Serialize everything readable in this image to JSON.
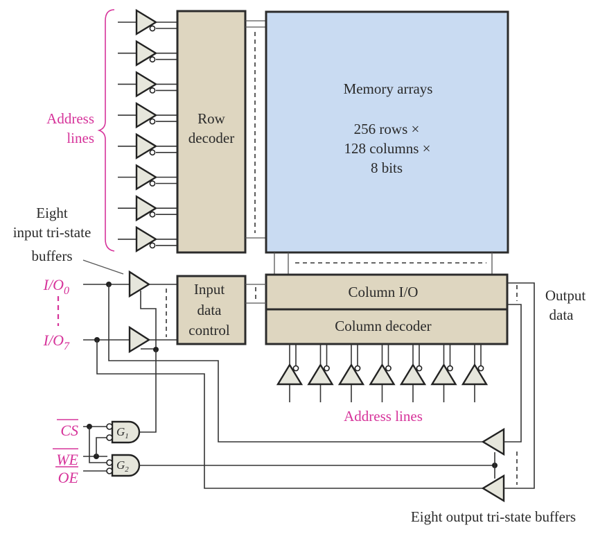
{
  "labels": {
    "address_lines_left": [
      "Address",
      "lines"
    ],
    "row_decoder": [
      "Row",
      "decoder"
    ],
    "memory_title": "Memory arrays",
    "memory_dims": [
      "256 rows ×",
      "128 columns ×",
      "8 bits"
    ],
    "input_buffers_note": [
      "Eight",
      "input tri-state",
      "buffers"
    ],
    "io0": "I/O",
    "io0_sub": "0",
    "io7": "I/O",
    "io7_sub": "7",
    "input_data_control": [
      "Input",
      "data",
      "control"
    ],
    "column_io": "Column I/O",
    "column_decoder": "Column decoder",
    "address_lines_bottom": "Address lines",
    "output_data": [
      "Output",
      "data"
    ],
    "cs": "CS",
    "we": "WE",
    "oe": "OE",
    "g1": "G",
    "g1_sub": "1",
    "g2": "G",
    "g2_sub": "2",
    "output_buffers_note": "Eight output tri-state buffers"
  },
  "counts": {
    "row_address_buffers": 8,
    "column_address_buffers": 7
  },
  "colors": {
    "label_accent": "#d6339a",
    "block_fill": "#ded6c0",
    "memory_fill": "#c9dbf2"
  }
}
